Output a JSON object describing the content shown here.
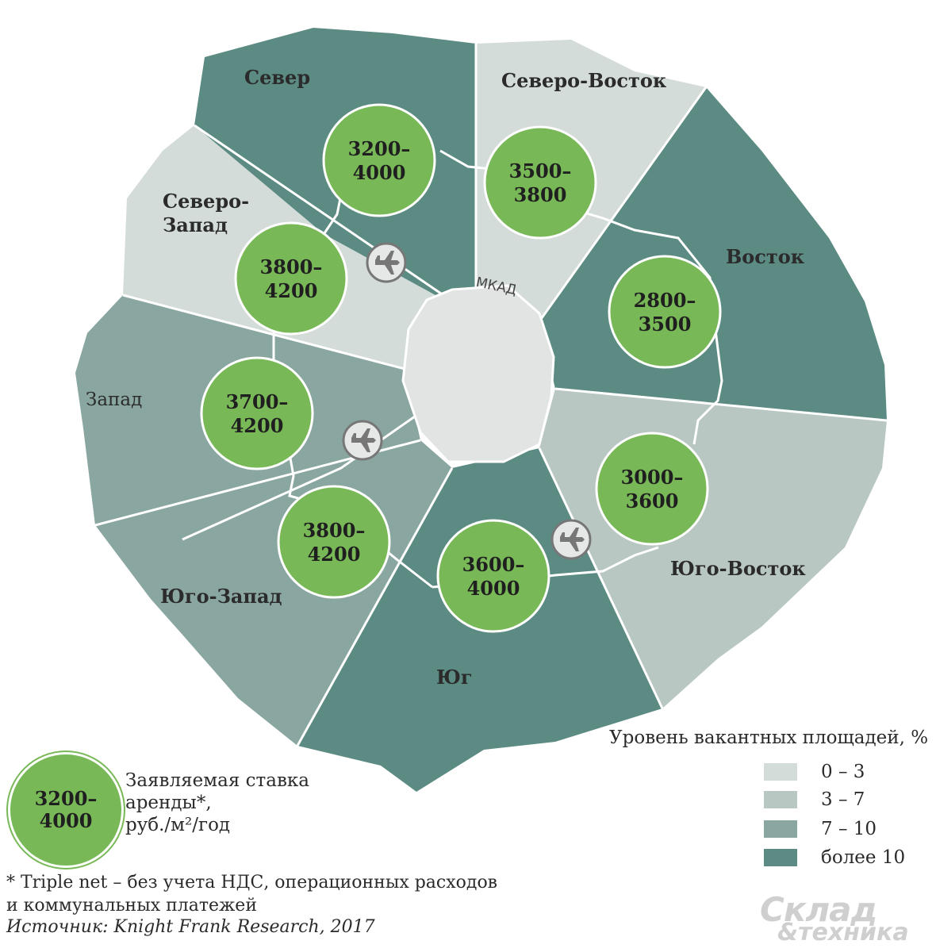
{
  "colors": {
    "range_0_3": "#d3dcd8",
    "range_3_7": "#b9c7c3",
    "range_7_10": "#8aa6a1",
    "range_over_10": "#5c8b83",
    "rate_circle": "#78b857",
    "mkad": "#e2e3e3"
  },
  "regions": [
    {
      "id": "north",
      "label": "Север",
      "vacancy_class": "range_over_10",
      "rate": [
        "3200–",
        "4000"
      ]
    },
    {
      "id": "northeast",
      "label": "Северо-Восток",
      "vacancy_class": "range_0_3",
      "rate": [
        "3500–",
        "3800"
      ]
    },
    {
      "id": "east",
      "label": "Восток",
      "vacancy_class": "range_over_10",
      "rate": [
        "2800–",
        "3500"
      ]
    },
    {
      "id": "southeast",
      "label": "Юго-Восток",
      "vacancy_class": "range_3_7",
      "rate": [
        "3000–",
        "3600"
      ]
    },
    {
      "id": "south",
      "label": "Юг",
      "vacancy_class": "range_over_10",
      "rate": [
        "3600–",
        "4000"
      ]
    },
    {
      "id": "southwest",
      "label": "Юго-Запад",
      "vacancy_class": "range_7_10",
      "rate": [
        "3800–",
        "4200"
      ]
    },
    {
      "id": "west",
      "label": "Запад",
      "vacancy_class": "range_7_10",
      "rate": [
        "3700–",
        "4200"
      ]
    },
    {
      "id": "northwest",
      "label_lines": [
        "Северо-",
        "Запад"
      ],
      "vacancy_class": "range_0_3",
      "rate": [
        "3800–",
        "4200"
      ]
    }
  ],
  "mkad_label": "МКАД",
  "airports": [
    "airport-icon",
    "airport-icon",
    "airport-icon"
  ],
  "legend": {
    "title": "Уровень вакантных площадей, %",
    "items": [
      {
        "label": "0 – 3",
        "color": "#d3dcd8"
      },
      {
        "label": "3 – 7",
        "color": "#b9c7c3"
      },
      {
        "label": "7 – 10",
        "color": "#8aa6a1"
      },
      {
        "label": "более 10",
        "color": "#5c8b83"
      }
    ],
    "rate_example": [
      "3200–",
      "4000"
    ],
    "rate_caption": [
      "Заявляемая ставка",
      "аренды*,",
      "руб./м²/год"
    ]
  },
  "footnote": [
    "* Triple net – без учета НДС, операционных расходов",
    "и коммунальных платежей"
  ],
  "source": "Источник: Knight Frank Research, 2017",
  "logo": {
    "top": "Склад",
    "bottom": "&техника"
  }
}
